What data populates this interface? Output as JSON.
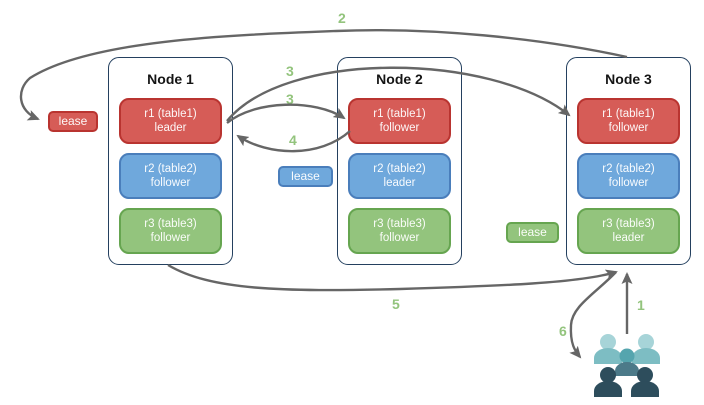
{
  "diagram": {
    "kind": "raft-leaseholder-diagram",
    "palette": {
      "red_fill": "#D65C57",
      "red_border": "#B93430",
      "blue_fill": "#6FA8DC",
      "blue_border": "#4A7EBB",
      "green_fill": "#93C47D",
      "green_border": "#66A550",
      "node_border": "#24405F",
      "arrow": "#666666",
      "step_label": "#93C47D",
      "user_light": "#A7D4D8",
      "user_light_body": "#7DBDC3",
      "user_mid_head": "#55A5AE",
      "user_mid_body": "#4C7A89",
      "user_dark": "#2D4D5C"
    }
  },
  "nodes": [
    {
      "title": "Node 1",
      "replicas": [
        {
          "line1": "r1 (table1)",
          "line2": "leader",
          "color": "red"
        },
        {
          "line1": "r2 (table2)",
          "line2": "follower",
          "color": "blue"
        },
        {
          "line1": "r3 (table3)",
          "line2": "follower",
          "color": "green"
        }
      ]
    },
    {
      "title": "Node 2",
      "replicas": [
        {
          "line1": "r1 (table1)",
          "line2": "follower",
          "color": "red"
        },
        {
          "line1": "r2 (table2)",
          "line2": "leader",
          "color": "blue"
        },
        {
          "line1": "r3 (table3)",
          "line2": "follower",
          "color": "green"
        }
      ]
    },
    {
      "title": "Node 3",
      "replicas": [
        {
          "line1": "r1 (table1)",
          "line2": "follower",
          "color": "red"
        },
        {
          "line1": "r2 (table2)",
          "line2": "follower",
          "color": "blue"
        },
        {
          "line1": "r3 (table3)",
          "line2": "leader",
          "color": "green"
        }
      ]
    }
  ],
  "leases": {
    "table1": "lease",
    "table2": "lease",
    "table3": "lease"
  },
  "steps": {
    "s1": "1",
    "s2": "2",
    "s3a": "3",
    "s3b": "3",
    "s4": "4",
    "s5": "5",
    "s6": "6"
  },
  "icons": {
    "users_group": "users-group-icon"
  }
}
